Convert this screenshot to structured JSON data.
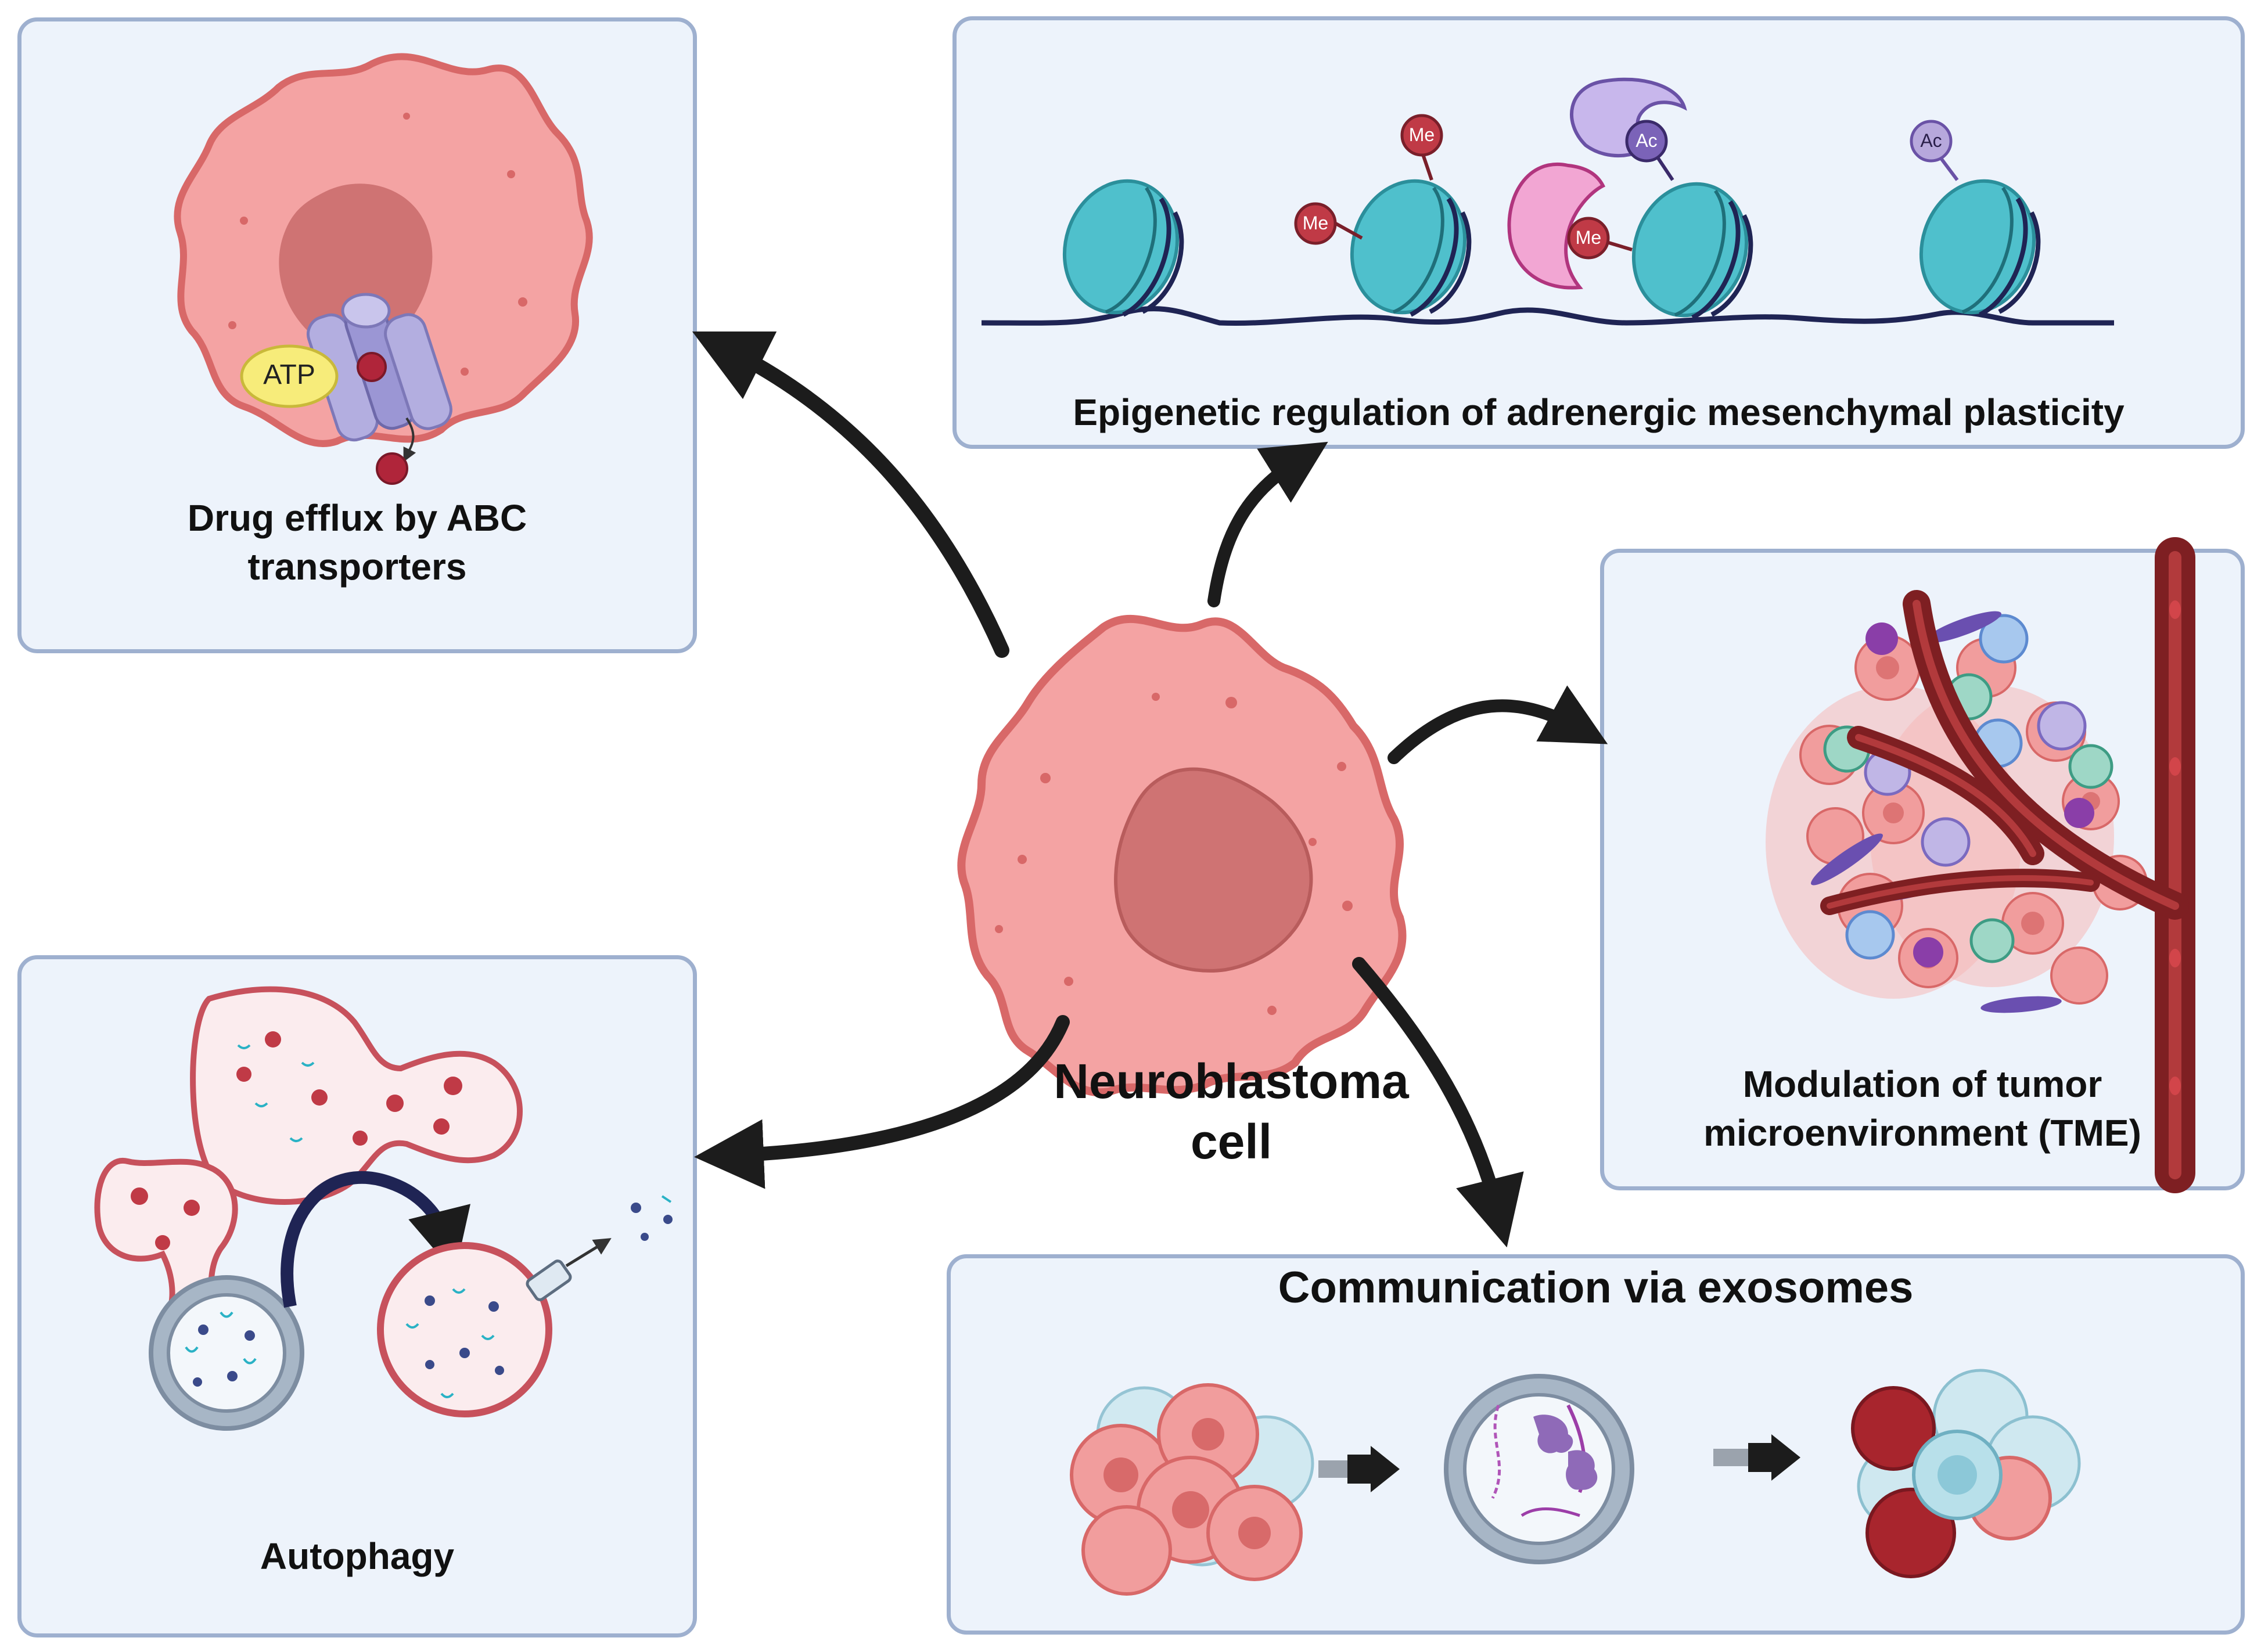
{
  "center": {
    "label_line1": "Neuroblastoma",
    "label_line2": "cell"
  },
  "panels": {
    "drug_efflux": {
      "title_line1": "Drug efflux by ABC",
      "title_line2": "transporters",
      "atp_label": "ATP"
    },
    "epigenetic": {
      "title": "Epigenetic regulation of adrenergic mesenchymal plasticity",
      "methyl_tag": "Me",
      "acetyl_tag": "Ac"
    },
    "tme": {
      "title_line1": "Modulation of tumor",
      "title_line2": "microenvironment (TME)"
    },
    "autophagy": {
      "title": "Autophagy"
    },
    "exosomes": {
      "title": "Communication via exosomes"
    }
  },
  "colors": {
    "panel_fill": "#edf3fb",
    "panel_border": "#9eb0cf",
    "cell_fill": "#f4a3a3",
    "cell_outline": "#d86868",
    "nucleus": "#cf7373",
    "nucleosome": "#4fc0cc",
    "dna": "#1f2454",
    "arrow": "#1c1c1c",
    "vessel": "#7e1f22"
  }
}
